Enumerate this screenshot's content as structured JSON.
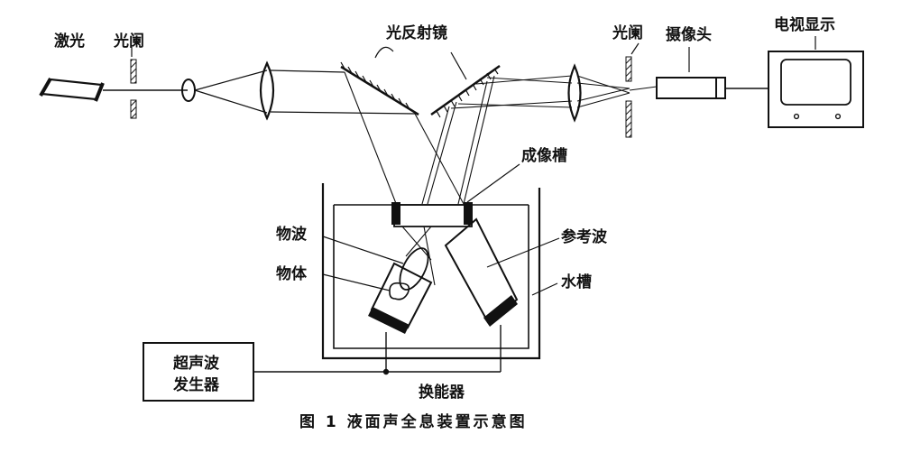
{
  "labels": {
    "laser": "激光",
    "aperture_left": "光阑",
    "reflector": "光反射镜",
    "aperture_right": "光阑",
    "camera": "摄像头",
    "tv_display": "电视显示",
    "imaging_cell": "成像槽",
    "object_wave": "物波",
    "object": "物体",
    "reference_wave": "参考波",
    "water_tank": "水槽",
    "ultrasonic_generator_line1": "超声波",
    "ultrasonic_generator_line2": "发生器",
    "transducer": "换能器"
  },
  "caption": "图 1  液面声全息装置示意图"
}
